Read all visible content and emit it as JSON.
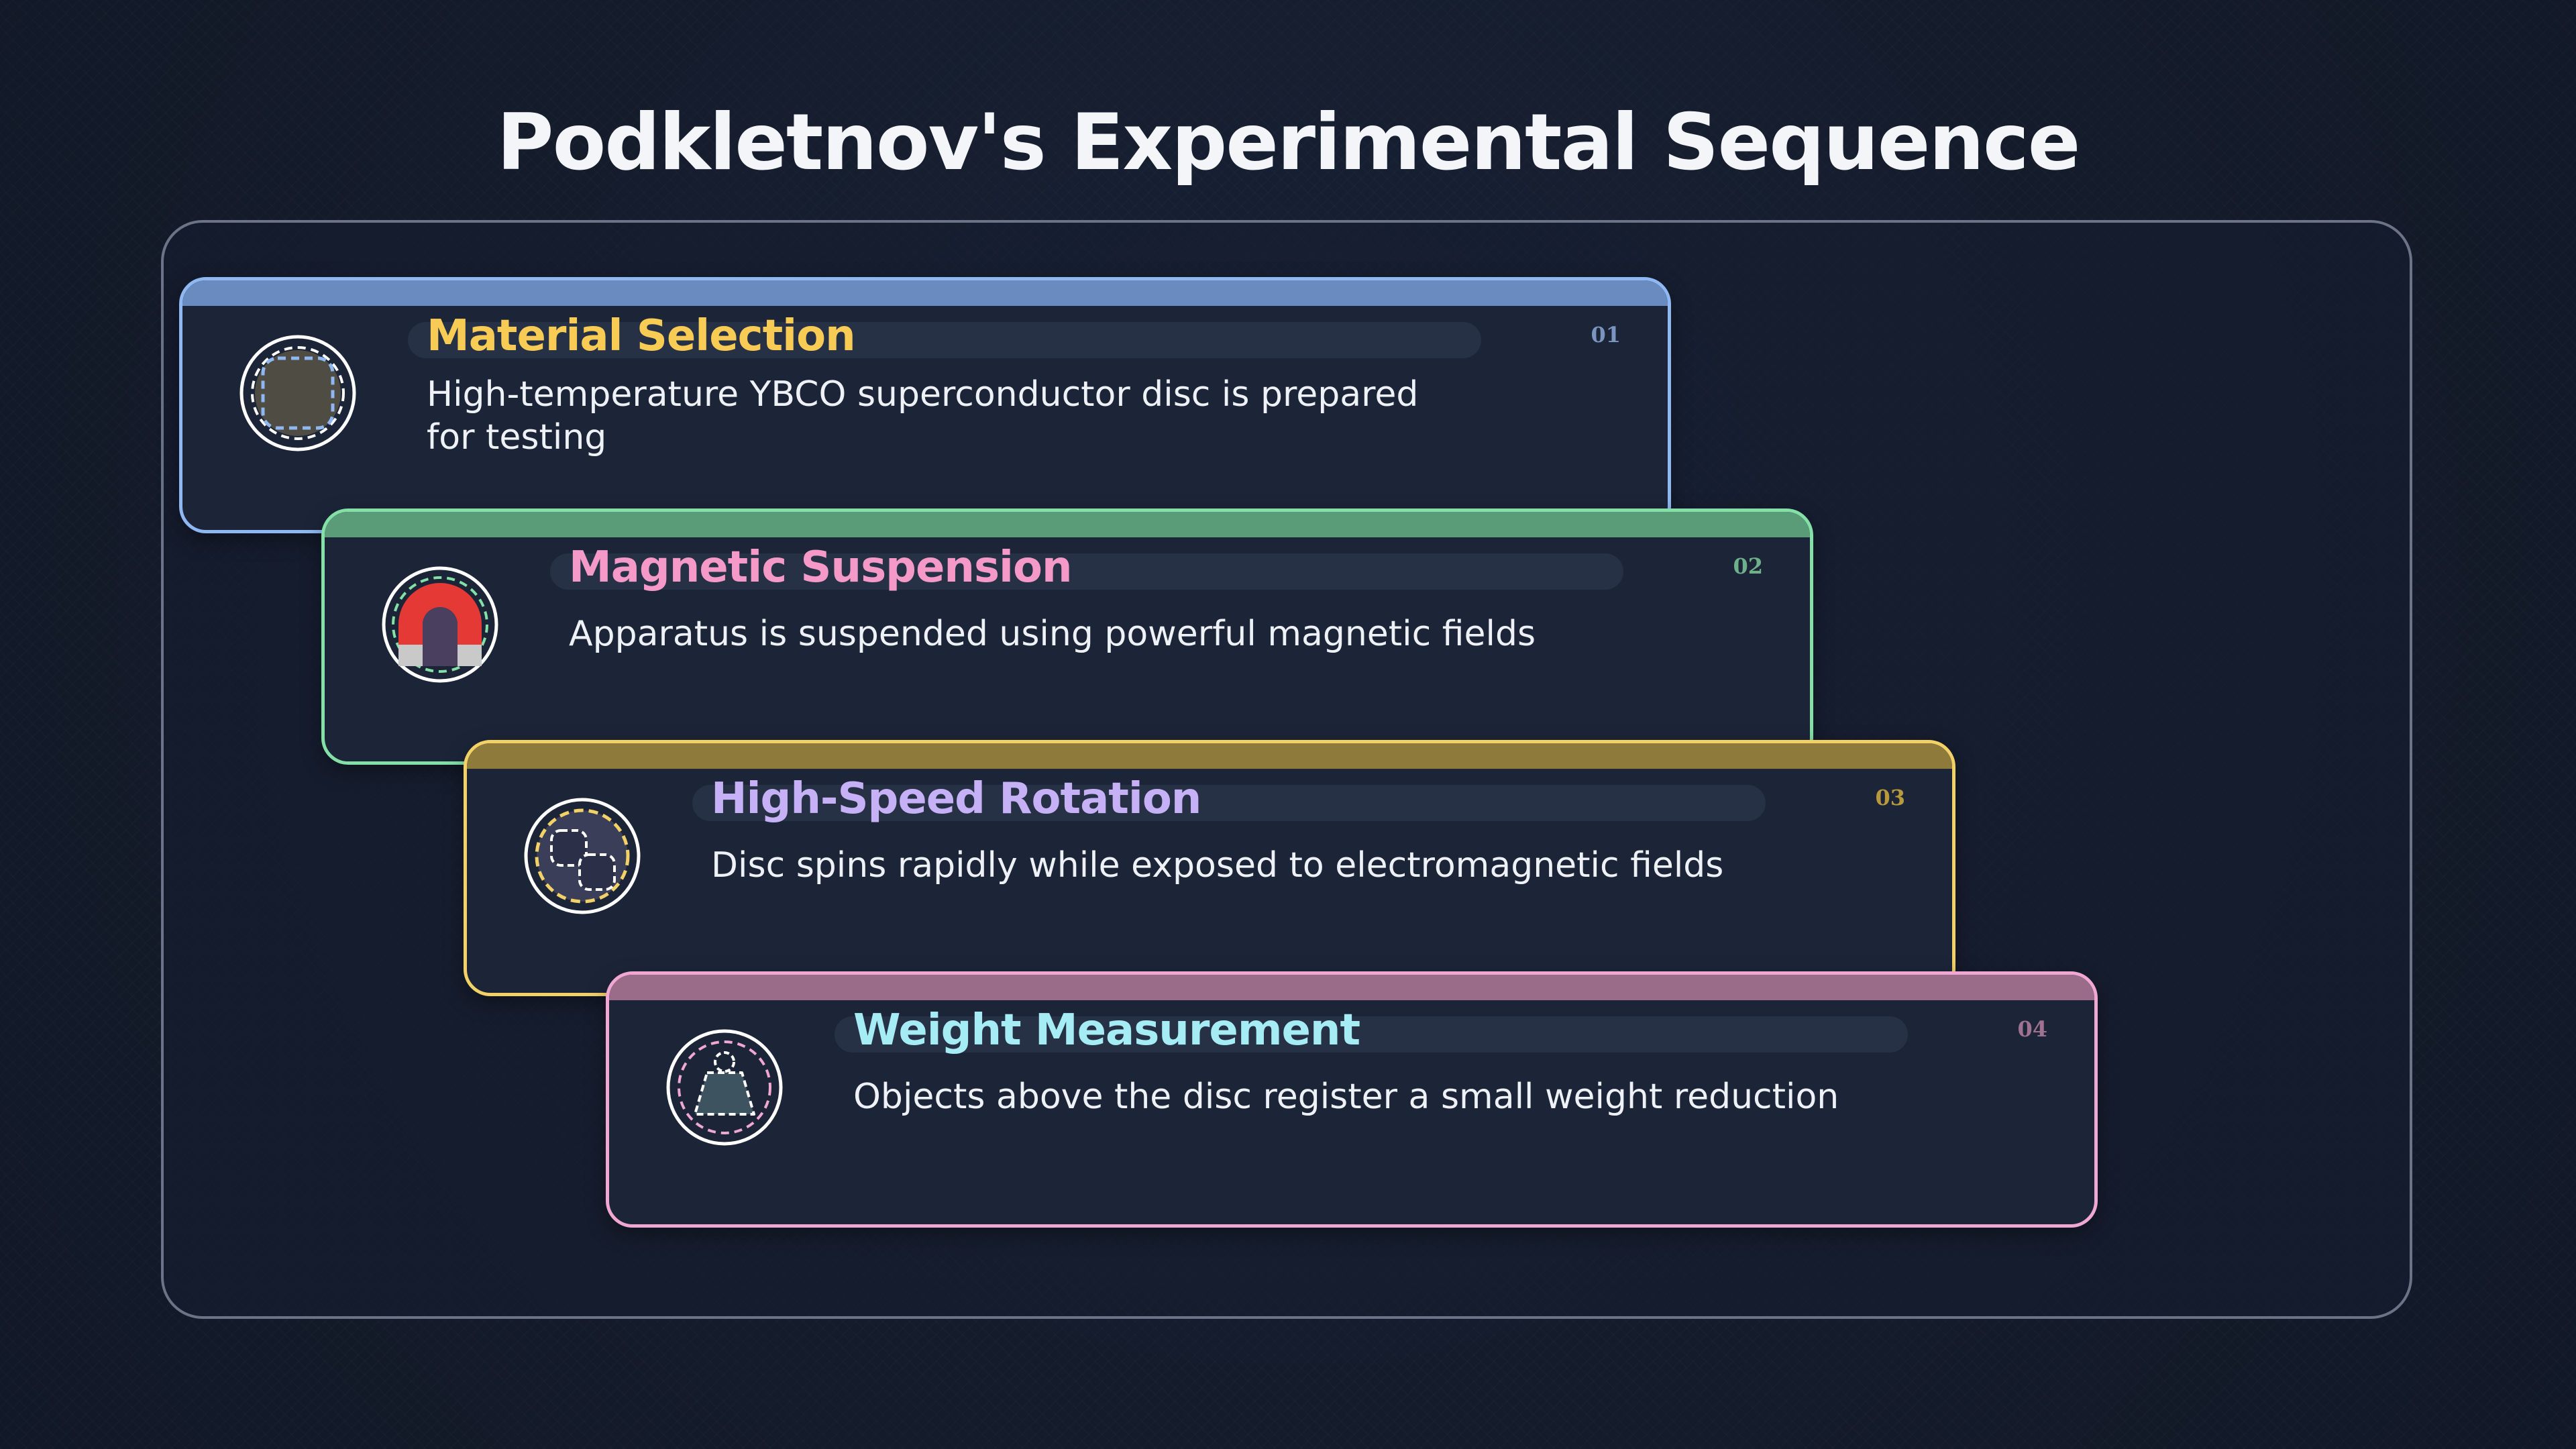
{
  "title": "Podkletnov's Experimental Sequence",
  "steps": [
    {
      "number": "01",
      "title": "Material Selection",
      "description": "High-temperature YBCO superconductor disc is prepared for testing",
      "icon": "superconductor-disc-icon",
      "border_color": "#8fb8f2",
      "bar_color": "#6a8bc0",
      "title_color": "#f8cb55",
      "number_color": "#7a95c0"
    },
    {
      "number": "02",
      "title": "Magnetic Suspension",
      "description": "Apparatus is suspended using powerful magnetic fields",
      "icon": "magnet-icon",
      "border_color": "#84e0a6",
      "bar_color": "#5a9b78",
      "title_color": "#f59ac8",
      "number_color": "#6fb08c"
    },
    {
      "number": "03",
      "title": "High-Speed Rotation",
      "description": "Disc spins rapidly while exposed to electromagnetic fields",
      "icon": "rotation-icon",
      "border_color": "#f2d167",
      "bar_color": "#8e7a3a",
      "title_color": "#c6b1f7",
      "number_color": "#b89a3c"
    },
    {
      "number": "04",
      "title": "Weight Measurement",
      "description": "Objects above the disc register a small weight reduction",
      "icon": "weight-icon",
      "border_color": "#f0a8d2",
      "bar_color": "#9a6c8a",
      "title_color": "#a6ecf5",
      "number_color": "#a07292"
    }
  ]
}
